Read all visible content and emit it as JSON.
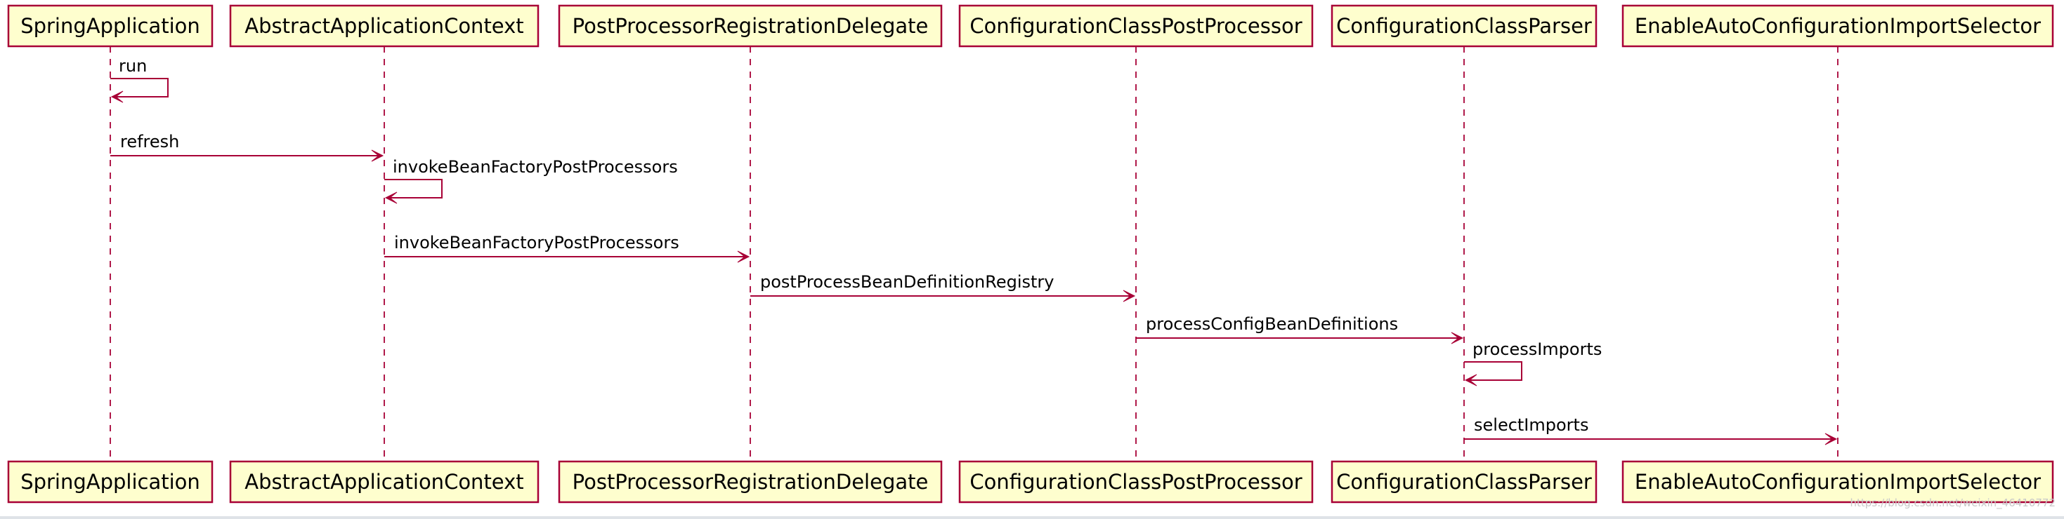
{
  "participants": [
    {
      "id": "p1",
      "label": "SpringApplication"
    },
    {
      "id": "p2",
      "label": "AbstractApplicationContext"
    },
    {
      "id": "p3",
      "label": "PostProcessorRegistrationDelegate"
    },
    {
      "id": "p4",
      "label": "ConfigurationClassPostProcessor"
    },
    {
      "id": "p5",
      "label": "ConfigurationClassParser"
    },
    {
      "id": "p6",
      "label": "EnableAutoConfigurationImportSelector"
    }
  ],
  "messages": [
    {
      "from": 0,
      "to": 0,
      "label": "run"
    },
    {
      "from": 0,
      "to": 1,
      "label": "refresh"
    },
    {
      "from": 1,
      "to": 1,
      "label": "invokeBeanFactoryPostProcessors"
    },
    {
      "from": 1,
      "to": 2,
      "label": "invokeBeanFactoryPostProcessors"
    },
    {
      "from": 2,
      "to": 3,
      "label": "postProcessBeanDefinitionRegistry"
    },
    {
      "from": 3,
      "to": 4,
      "label": "processConfigBeanDefinitions"
    },
    {
      "from": 4,
      "to": 4,
      "label": "processImports"
    },
    {
      "from": 4,
      "to": 5,
      "label": "selectImports"
    }
  ],
  "colors": {
    "box_fill": "#FEFECE",
    "stroke": "#A80036"
  },
  "watermark": "https://blog.csdn.net/weixin_46410772"
}
